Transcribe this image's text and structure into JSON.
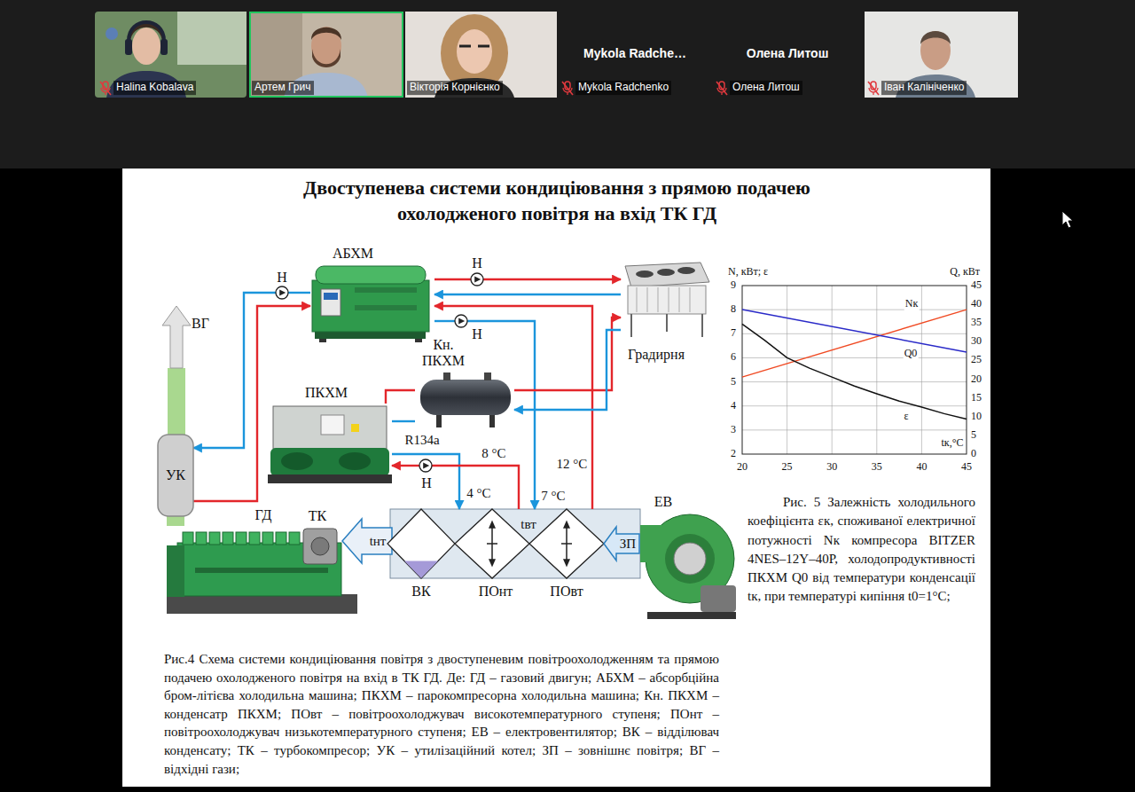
{
  "diagram": {
    "title": "Двоступенева системи кондиціювання з прямою подачею охолодженого повітря на вхід ТК ГД",
    "caption": "Рис.4 Схема системи кондиціювання повітря з двоступеневим повітроохолодженням та прямою подачею охолодженого повітря на вхід в ТК ГД. Де: ГД – газовий двигун; АБХМ – абсорбційна бром-літієва холодильна машина; ПКХМ – парокомпресорна холодильна машина; Кн. ПКХМ – конденсатр ПКХМ; ПОвт – повітроохолоджувач високотемпературного ступеня; ПОнт – повітроохолоджувач низькотемпературного ступеня; ЕВ – електровентилятор; ВК – відділювач конденсату; ТК – турбокомпресор; УК – утилізаційний котел; ЗП – зовнішнє повітря; ВГ – відхідні гази;",
    "nodes": [
      {
        "text": [
          "АБХМ"
        ]
      },
      {
        "text": [
          "Градирня"
        ]
      },
      {
        "text": [
          "ВГ"
        ]
      },
      {
        "text": [
          "Кн. ПКХМ"
        ]
      },
      {
        "text": [
          "ПКХМ"
        ]
      },
      {
        "text": [
          "УК"
        ]
      },
      {
        "text": [
          "ГД"
        ]
      },
      {
        "text": [
          "ТК"
        ],
        "in": 6
      },
      {
        "text": [
          "tнт"
        ]
      },
      {
        "text": [
          "ВК"
        ]
      },
      {
        "text": [
          "ПОнт"
        ]
      },
      {
        "text": [
          "ПОвт"
        ]
      },
      {
        "text": [
          "ЗП"
        ]
      },
      {
        "text": [
          "ЕВ"
        ]
      },
      {
        "text": [
          "Н"
        ]
      },
      {
        "text": [
          "Н"
        ]
      },
      {
        "text": [
          "Н"
        ]
      },
      {
        "text": [
          "Н"
        ]
      }
    ],
    "edges": [
      {
        "from": 6,
        "to": 5,
        "arrow": "none"
      },
      {
        "from": 5,
        "to": 2,
        "arrow": "none"
      },
      {
        "from": 5,
        "to": 0,
        "arrow": "to"
      },
      {
        "from": 0,
        "to": 14,
        "arrow": "none"
      },
      {
        "from": 14,
        "to": 5,
        "arrow": "to"
      },
      {
        "from": 0,
        "to": 15,
        "arrow": "none"
      },
      {
        "from": 15,
        "to": 1,
        "arrow": "to"
      },
      {
        "from": 1,
        "to": 0,
        "arrow": "to"
      },
      {
        "from": 0,
        "to": 16,
        "arrow": "none"
      },
      {
        "from": 16,
        "to": 11,
        "arrow": "to"
      },
      {
        "from": 11,
        "to": 0,
        "arrow": "to"
      },
      {
        "from": 4,
        "to": 10,
        "arrow": "to"
      },
      {
        "from": 10,
        "to": 17,
        "arrow": "none"
      },
      {
        "from": 17,
        "to": 4,
        "arrow": "to"
      },
      {
        "from": 4,
        "to": 3,
        "arrow": "none"
      },
      {
        "from": 3,
        "to": 4,
        "arrow": "none"
      },
      {
        "from": 3,
        "to": 1,
        "arrow": "to"
      },
      {
        "from": 1,
        "to": 3,
        "arrow": "to"
      }
    ],
    "labels": [
      "Halina Kobalava",
      "Артем Грич",
      "Вікторія Корнієнко",
      "Mykola Radche…",
      "Mykola Radchenko",
      "Олена Литош",
      "Олена Литош",
      "Іван Калініченко",
      "R134a",
      "8 °C",
      "12 °C",
      "4 °C",
      "7 °C",
      "tвт",
      "N, кВт; ε",
      "Q, кВт",
      "Nк",
      "Q0",
      "ε",
      "tк,°C",
      "9",
      "8",
      "7",
      "6",
      "5",
      "4",
      "3",
      "2",
      "45",
      "40",
      "35",
      "30",
      "25",
      "20",
      "15",
      "10",
      "5",
      "0",
      "20",
      "25",
      "30",
      "35",
      "40",
      "45",
      "Рис. 5 Залежність холодильного коефіцієнта εк, споживаної електричної потужності Nк компресора BITZER 4NES–12Y–40P, холодопродуктивності ПКХМ Q0 від температури конденсації tк, при температурі кипіння t0=1°C;"
    ]
  }
}
